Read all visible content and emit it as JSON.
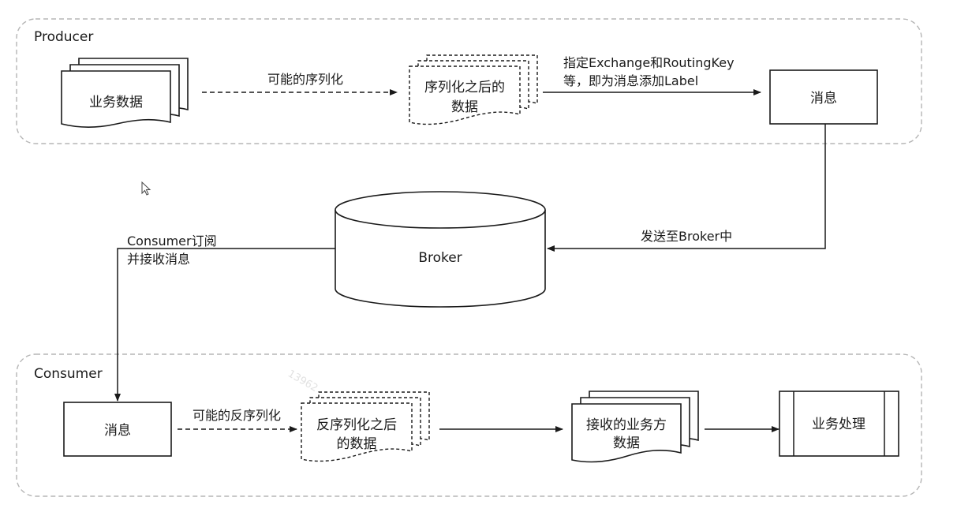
{
  "producer": {
    "title": "Producer",
    "business_data": "业务数据",
    "edge_serialize": "可能的序列化",
    "serialized_data": [
      "序列化之后的",
      "数据"
    ],
    "edge_label": [
      "指定Exchange和RoutingKey",
      "等，即为消息添加Label"
    ],
    "message": "消息"
  },
  "broker": {
    "label": "Broker",
    "edge_send": "发送至Broker中",
    "edge_subscribe": [
      "Consumer订阅",
      "并接收消息"
    ]
  },
  "consumer": {
    "title": "Consumer",
    "message": "消息",
    "edge_deserialize": "可能的反序列化",
    "deserialized_data": [
      "反序列化之后",
      "的数据"
    ],
    "received_data": [
      "接收的业务方",
      "数据"
    ],
    "processing": "业务处理"
  },
  "watermark": "13962"
}
